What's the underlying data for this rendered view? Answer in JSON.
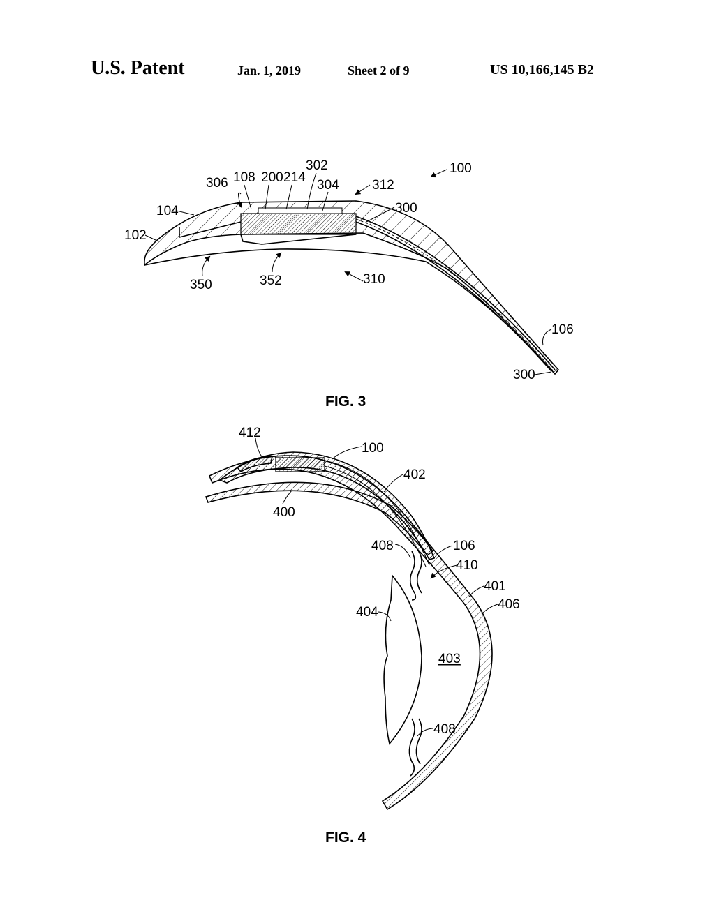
{
  "header": {
    "title": "U.S. Patent",
    "date": "Jan. 1, 2019",
    "sheet": "Sheet 2 of 9",
    "patent_number": "US 10,166,145 B2"
  },
  "fig3": {
    "caption": "FIG. 3",
    "labels": {
      "l100": "100",
      "l102": "102",
      "l104": "104",
      "l106": "106",
      "l108": "108",
      "l200": "200",
      "l214": "214",
      "l300a": "300",
      "l300b": "300",
      "l302": "302",
      "l304": "304",
      "l306": "306",
      "l310": "310",
      "l312": "312",
      "l350": "350",
      "l352": "352"
    }
  },
  "fig4": {
    "caption": "FIG. 4",
    "labels": {
      "l412": "412",
      "l100": "100",
      "l402": "402",
      "l400": "400",
      "l408a": "408",
      "l106": "106",
      "l410": "410",
      "l401": "401",
      "l406": "406",
      "l404": "404",
      "l403": "403",
      "l408b": "408"
    }
  }
}
